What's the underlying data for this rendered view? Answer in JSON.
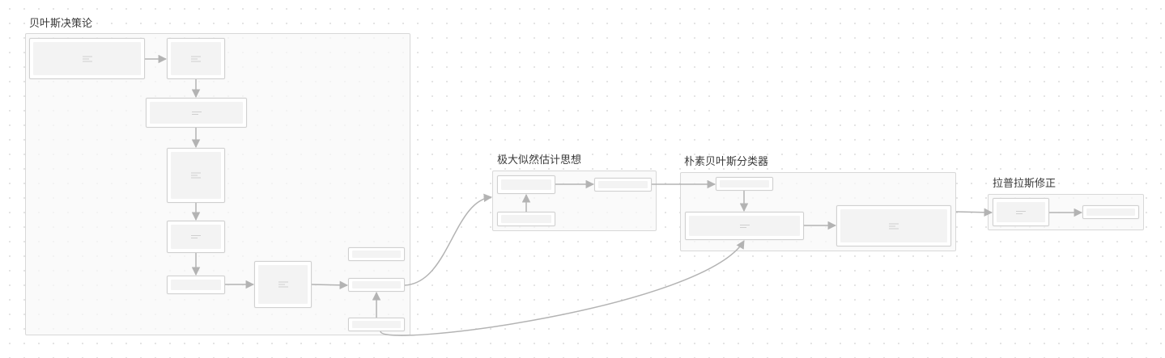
{
  "groups": {
    "bayes_decision": {
      "title": "贝叶斯决策论"
    },
    "mle": {
      "title": "极大似然估计思想"
    },
    "naive_bayes": {
      "title": "朴素贝叶斯分类器"
    },
    "laplace": {
      "title": "拉普拉斯修正"
    }
  },
  "colors": {
    "edge": "#b3b3b3",
    "node_border": "#d0d0d0",
    "group_border": "#d8d8d8",
    "title_text": "#3a3a3a"
  }
}
